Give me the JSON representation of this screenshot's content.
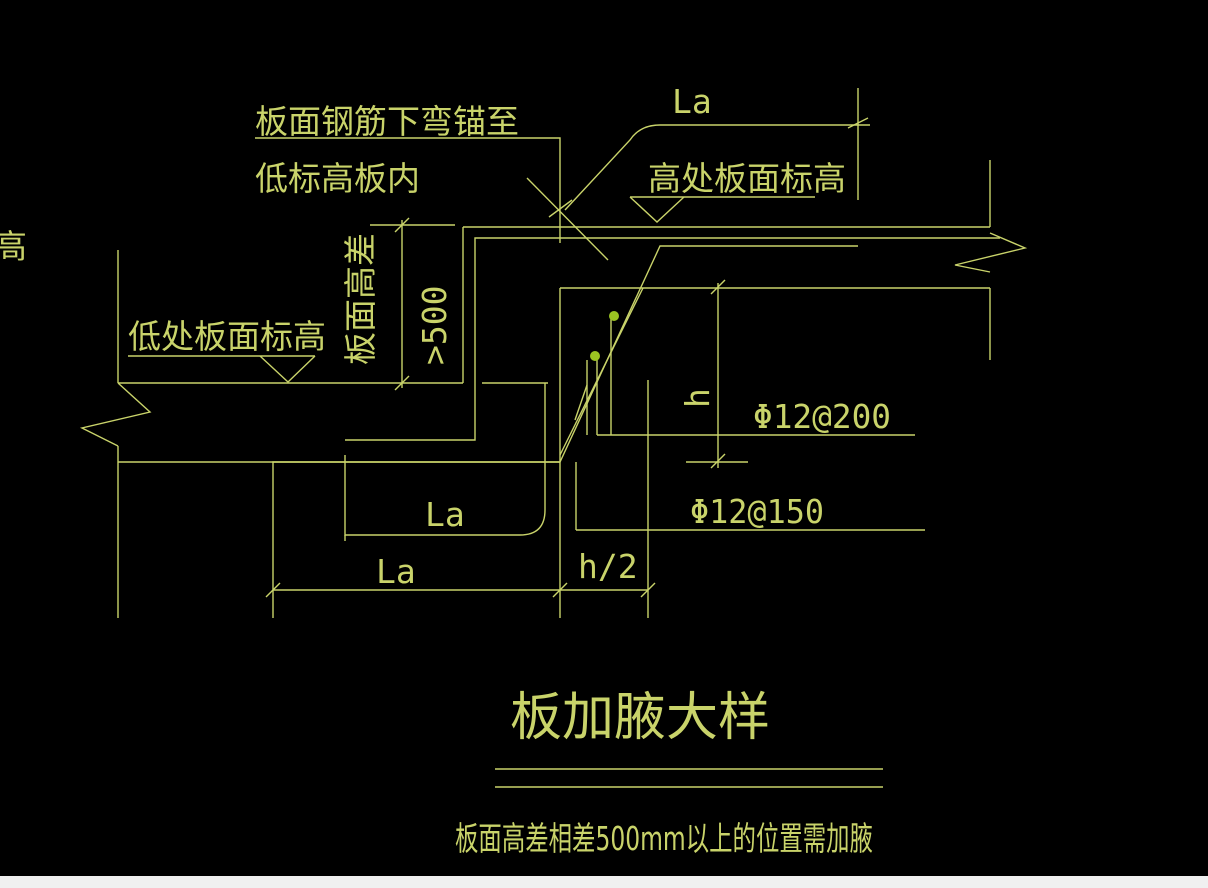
{
  "drawing": {
    "note_anchor_line1": "板面钢筋下弯锚至",
    "note_anchor_line2": "低标高板内",
    "partial_label_left": "高",
    "high_level_label": "高处板面标高",
    "low_level_label": "低处板面标高",
    "level_diff_label": "板面高差",
    "dim_gt500": ">500",
    "dim_la_top": "La",
    "dim_la_inner": "La",
    "dim_la_bottom": "La",
    "dim_h": "h",
    "dim_h2": "h/2",
    "rebar_upper": "Φ12@200",
    "rebar_lower": "Φ12@150",
    "title": "板加腋大样",
    "note_bottom": "板面高差相差500mm以上的位置需加腋"
  },
  "colors": {
    "line": "#c9d36a",
    "background": "#000000",
    "dot": "#9bc422"
  }
}
